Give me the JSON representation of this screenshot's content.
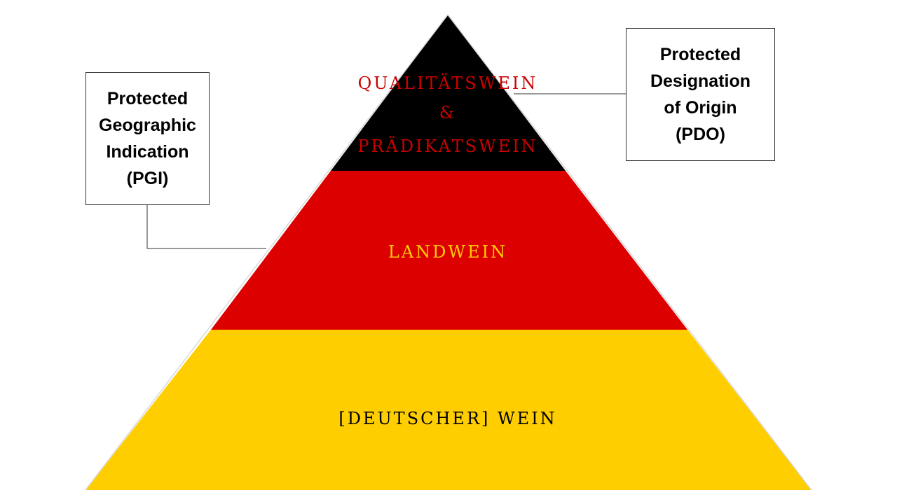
{
  "pyramid": {
    "tiers": [
      {
        "id": "top",
        "lines": [
          "QUALITÄTSWEIN",
          "&",
          "PRÄDIKATSWEIN"
        ],
        "fill": "#000000",
        "text_color": "#cc0000"
      },
      {
        "id": "middle",
        "lines": [
          "LANDWEIN"
        ],
        "fill": "#dd0000",
        "text_color": "#ffce00"
      },
      {
        "id": "bottom",
        "lines": [
          "[DEUTSCHER] WEIN"
        ],
        "fill": "#ffce00",
        "text_color": "#000000"
      }
    ]
  },
  "callouts": {
    "pgi": {
      "lines": [
        "Protected",
        "Geographic",
        "Indication",
        "(PGI)"
      ]
    },
    "pdo": {
      "lines": [
        "Protected",
        "Designation",
        "of Origin",
        "(PDO)"
      ]
    }
  },
  "colors": {
    "connector": "#333333",
    "box_border": "#333333"
  }
}
